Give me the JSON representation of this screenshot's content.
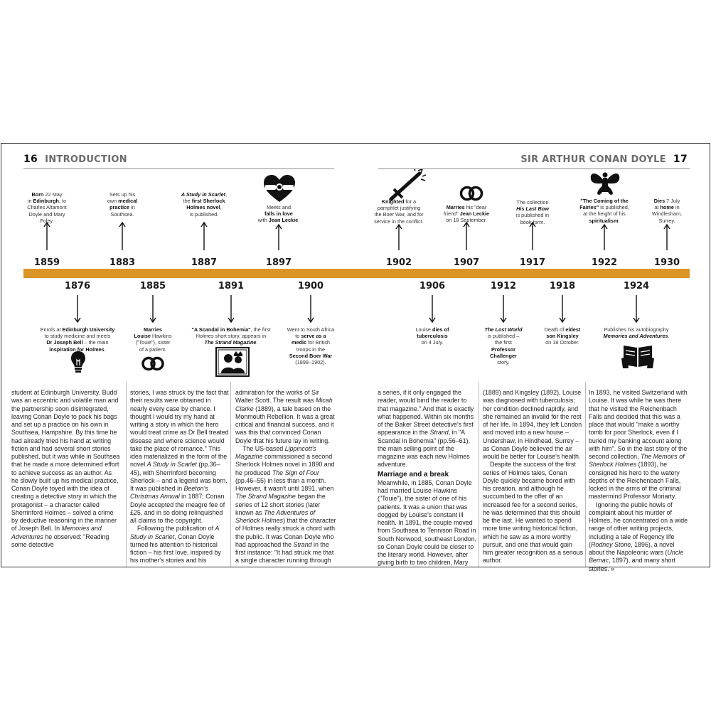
{
  "header": {
    "left_page_number": "16",
    "left_title": "INTRODUCTION",
    "right_title": "SIR ARTHUR CONAN DOYLE",
    "right_page_number": "17"
  },
  "timeline_top": [
    {
      "year": "1859",
      "html": "<b>Born</b> 22 May<br>in <b>Edinburgh</b>, to<br>Charles Altamont<br>Doyle and Mary<br>Foley."
    },
    {
      "year": "1883",
      "html": "Sets up his<br>own <b>medical<br>practice</b> in<br>Southsea."
    },
    {
      "year": "1887",
      "html": "<b><i>A Study in Scarlet</i></b>,<br>the <b>first Sherlock<br>Holmes novel</b>,<br>is published."
    },
    {
      "year": "1897",
      "html": "Meets and<br><b>falls in love</b><br>with <b>Jean Leckie</b>."
    },
    {
      "year": "1902",
      "html": "<b>Knighted</b> for a<br>pamphlet justifying<br>the Boer War, and for<br>service in the conflict."
    },
    {
      "year": "1907",
      "html": "<b>Marries</b> his \"dear<br>friend\" <b>Jean Leckie</b><br>on 18 September."
    },
    {
      "year": "1917",
      "html": "The collection<br><b><i>His Last Bow</i></b><br>is published in<br>book form."
    },
    {
      "year": "1922",
      "html": "<b>\"The Coming of the<br>Fairies\"</b> is published,<br>at the height of his<br><b>spiritualism</b>."
    },
    {
      "year": "1930",
      "html": "<b>Dies</b> 7 July<br>at <b>home</b> in<br>Windlesham,<br>Surrey."
    }
  ],
  "timeline_bottom": [
    {
      "year": "1876",
      "html": "Enrols at <b>Edinburgh University</b><br>to study medicine and meets<br><b>Dr Joseph Bell</b> – the main<br><b>inspiration for Holmes</b>."
    },
    {
      "year": "1885",
      "html": "<b>Marries<br>Louise</b> Hawkins<br>(\"Touie\"), sister<br>of a patient."
    },
    {
      "year": "1891",
      "html": "<b>\"A Scandal in Bohemia\"</b>, the first<br>Holmes short story, appears in<br><b><i>The Strand Magazine</i></b>."
    },
    {
      "year": "1900",
      "html": "Went to South Africa<br>to <b>serve as a<br>medic</b> for British<br>troops in the<br><b>Second Boer War</b><br>(1899–1902)."
    },
    {
      "year": "1906",
      "html": "Louise <b>dies of<br>tuberculosis</b><br>on 4 July."
    },
    {
      "year": "1912",
      "html": "<b><i>The Lost World</i></b><br>is published –<br>the first<br><b>Professor<br>Challenger</b><br>story."
    },
    {
      "year": "1918",
      "html": "Death of <b>eldest<br>son Kingsley</b><br>on 18 October."
    },
    {
      "year": "1924",
      "html": "Publishes his autobiography<br><b><i>Memories and Adventures</i></b>."
    }
  ],
  "icons": [
    "heart-hands-icon",
    "sword-icon",
    "rings-icon",
    "fairy-icon",
    "lightbulb-icon",
    "portrait-icon",
    "book-hands-icon"
  ],
  "columns": [
    "<p>student at Edinburgh University. Budd was an eccentric and volatile man and the partnership soon disintegrated, leaving Conan Doyle to pack his bags and set up a practice on his own in Southsea, Hampshire. By this time he had already tried his hand at writing fiction and had several short stories published, but it was while in Southsea that he made a more determined effort to achieve success as an author. As he slowly built up his medical practice, Conan Doyle toyed with the idea of creating a detective story in which the protagonist – a character called Sherrinford Holmes – solved a crime by deductive reasoning in the manner of Joseph Bell. In <i>Memories and Adventures</i> he observed: \"Reading some detective</p>",
    "<p>stories, I was struck by the fact that their results were obtained in nearly every case by chance. I thought I would try my hand at writing a story in which the hero would treat crime as Dr Bell treated disease and where science would take the place of romance.\" This idea materialized in the form of the novel <i>A Study in Scarlet</i> (pp.36–45), with Sherrinford becoming Sherlock – and a legend was born. It was published in <i>Beeton's Christmas Annual</i> in 1887; Conan Doyle accepted the meagre fee of £25, and in so doing relinquished all claims to the copyright.</p><p class=\"ind\">Following the publication of <i>A Study in Scarlet</i>, Conan Doyle turned his attention to historical fiction – his first love, inspired by his mother's stories and his</p>",
    "<p>admiration for the works of Sir Walter Scott. The result was <i>Micah Clarke</i> (1889), a tale based on the Monmouth Rebellion. It was a great critical and financial success, and it was this that convinced Conan Doyle that his future lay in writing.</p><p class=\"ind\">The US-based <i>Lippincott's Magazine</i> commissioned a second Sherlock Holmes novel in 1890 and he produced <i>The Sign of Four</i> (pp.46–55) in less than a month. However, it wasn't until 1891, when <i>The Strand Magazine</i> began the series of 12 short stories (later known as <i>The Adventures of Sherlock Holmes</i>) that the character of Holmes really struck a chord with the public. It was Conan Doyle who had approached the <i>Strand</i> in the first instance: \"It had struck me that a single character running through</p>",
    "<p>a series, if it only engaged the reader, would bind the reader to that magazine.\" And that is exactly what happened. Within six months of the Baker Street detective's first appearance in the <i>Strand</i>, in \"A Scandal in Bohemia\" (pp.56–61), the main selling point of the magazine was each new Holmes adventure.</p><p class=\"subhead\">Marriage and a break</p><p>Meanwhile, in 1885, Conan Doyle had married Louise Hawkins (\"Touie\"), the sister of one of his patients. It was a union that was dogged by Louise's constant ill health. In 1891, the couple moved from Southsea to Tennison Road in South Norwood, southeast London, so Conan Doyle could be closer to the literary world. However, after giving birth to two children, Mary</p>",
    "<p>(1889) and Kingsley (1892), Louise was diagnosed with tuberculosis; her condition declined rapidly, and she remained an invalid for the rest of her life. In 1894, they left London and moved into a new house – Undershaw, in Hindhead, Surrey – as Conan Doyle believed the air would be better for Louise's health.</p><p class=\"ind\">Despite the success of the first series of Holmes tales, Conan Doyle quickly became bored with his creation, and although he succumbed to the offer of an increased fee for a second series, he was determined that this should be the last. He wanted to spend more time writing historical fiction, which he saw as a more worthy pursuit, and one that would gain him greater recognition as a serious author.</p>",
    "<p>In 1893, he visited Switzerland with Louise. It was while he was there that he visited the Reichenbach Falls and decided that this was a place that would \"make a worthy tomb for poor Sherlock, even if I buried my banking account along with him\". So in the last story of the second collection, <i>The Memoirs of Sherlock Holmes</i> (1893), he consigned his hero to the watery depths of the Reichenbach Falls, locked in the arms of the criminal mastermind Professor Moriarty.</p><p class=\"ind\">Ignoring the public howls of complaint about his murder of Holmes, he concentrated on a wide range of other writing projects, including a tale of Regency life (<i>Rodney Stone</i>, 1896), a novel about the Napoleonic wars (<i>Uncle Bernac</i>, 1897), and many short stories. »</p>"
  ]
}
